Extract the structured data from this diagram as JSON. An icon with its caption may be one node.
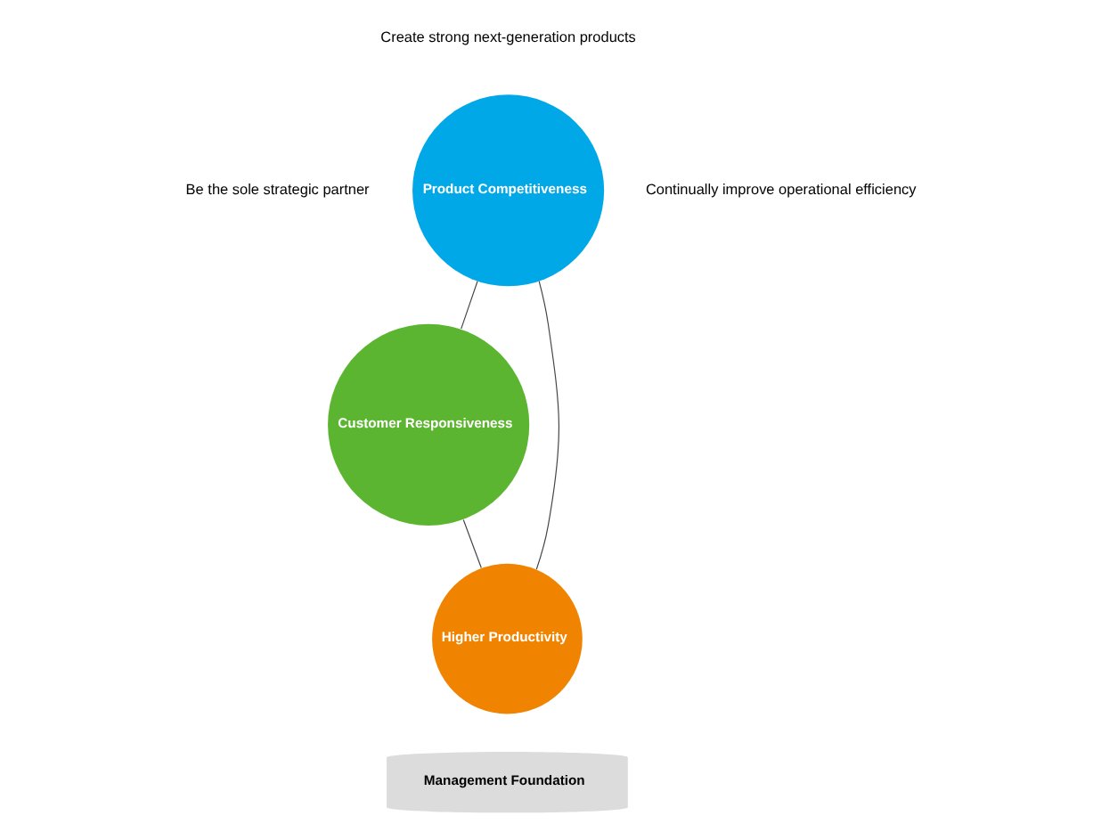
{
  "diagram": {
    "nodes": [
      {
        "text": [
          "Product Competitiveness"
        ]
      },
      {
        "text": [
          "Customer Responsiveness"
        ]
      },
      {
        "text": [
          "Higher Productivity"
        ]
      },
      {
        "text": [
          "Management Foundation"
        ]
      }
    ],
    "edges": [
      {
        "from": 0,
        "to": 1,
        "arrow": "none"
      },
      {
        "from": 0,
        "to": 2,
        "arrow": "none"
      },
      {
        "from": 1,
        "to": 2,
        "arrow": "none"
      }
    ],
    "labels": [
      "Create strong next-generation products",
      "Be the sole strategic partner",
      "Continually improve operational efficiency"
    ]
  }
}
